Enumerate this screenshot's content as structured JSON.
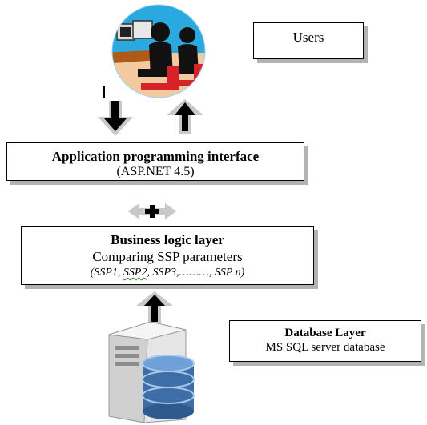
{
  "users": {
    "label": "Users"
  },
  "api": {
    "title": "Application programming interface",
    "subtitle": "(ASP.NET 4.5)"
  },
  "business": {
    "title": "Business logic layer",
    "line2": "Comparing SSP parameters",
    "params_pre": "(SSP1, ",
    "params_mid": "SSP2",
    "params_post": ",  SSP3,………, SSP n)"
  },
  "database": {
    "title": "Database Layer",
    "subtitle": "MS SQL server database"
  },
  "colors": {
    "arrow_dark": "#000000",
    "arrow_grey": "#c8c8c8",
    "box_shadow": "#b3b3b3",
    "db_blue": "#3d6ea8",
    "server_grey": "#d9d9d9"
  },
  "icons": [
    "users-at-computers-icon",
    "down-arrow-icon",
    "up-arrow-icon",
    "bidirectional-arrow-icon",
    "server-database-icon"
  ]
}
